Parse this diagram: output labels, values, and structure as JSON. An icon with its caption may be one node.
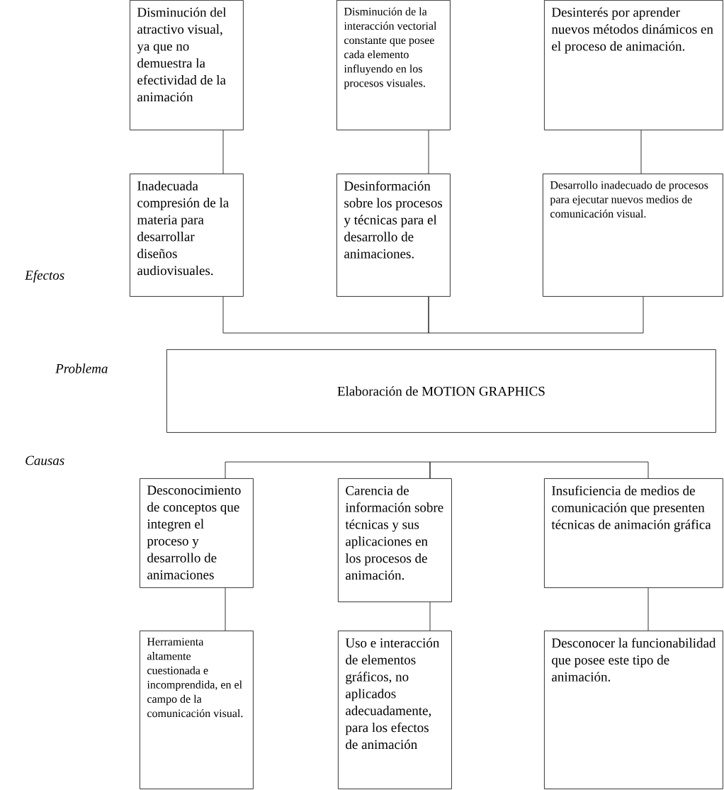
{
  "diagram": {
    "nodes": [
      {
        "text": [
          "Disminución del atractivo visual, ya que no demuestra la efectividad de la animación"
        ]
      },
      {
        "text": [
          "Disminución de la interacción vectorial constante que posee cada elemento influyendo en los procesos visuales."
        ]
      },
      {
        "text": [
          "Desinterés por aprender nuevos métodos dinámicos en el proceso de animación."
        ]
      },
      {
        "text": [
          "Inadecuada compresión de la materia para desarrollar diseños audiovisuales."
        ]
      },
      {
        "text": [
          "Desinformación sobre los procesos y técnicas para el desarrollo de animaciones."
        ]
      },
      {
        "text": [
          "Desarrollo inadecuado de procesos para ejecutar nuevos medios de comunicación visual."
        ]
      },
      {
        "text": [
          "Elaboración de MOTION GRAPHICS"
        ]
      },
      {
        "text": [
          "Desconocimiento de conceptos que integren el proceso y desarrollo de animaciones"
        ]
      },
      {
        "text": [
          "Carencia de información sobre técnicas y sus aplicaciones en los procesos de animación."
        ]
      },
      {
        "text": [
          "Insuficiencia de medios de comunicación que presenten técnicas de animación gráfica"
        ]
      },
      {
        "text": [
          "Herramienta altamente cuestionada e incomprendida, en el campo de la comunicación visual."
        ]
      },
      {
        "text": [
          "Uso e interacción de elementos gráficos, no aplicados adecuadamente, para los efectos de animación"
        ]
      },
      {
        "text": [
          "Desconocer la funcionabilidad que posee este tipo de animación."
        ]
      }
    ],
    "edges": [
      {
        "from": 0,
        "to": 3,
        "arrow": "none"
      },
      {
        "from": 1,
        "to": 4,
        "arrow": "none"
      },
      {
        "from": 2,
        "to": 5,
        "arrow": "none"
      },
      {
        "from": 3,
        "to": 4,
        "arrow": "none"
      },
      {
        "from": 4,
        "to": 5,
        "arrow": "none"
      },
      {
        "from": 7,
        "to": 8,
        "arrow": "none"
      },
      {
        "from": 8,
        "to": 9,
        "arrow": "none"
      },
      {
        "from": 7,
        "to": 10,
        "arrow": "none"
      },
      {
        "from": 8,
        "to": 11,
        "arrow": "none"
      },
      {
        "from": 9,
        "to": 12,
        "arrow": "none"
      }
    ],
    "labels": [
      "Efectos",
      "Problema",
      "Causas"
    ]
  }
}
